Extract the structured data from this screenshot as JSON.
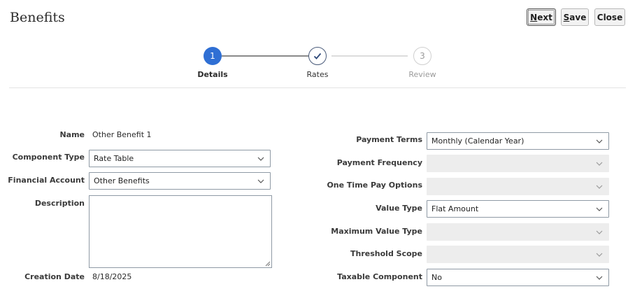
{
  "header": {
    "title": "Benefits",
    "next_label_u": "N",
    "next_label_rest": "ext",
    "save_label_u": "S",
    "save_label_rest": "ave",
    "close_label": "Close"
  },
  "train": {
    "steps": [
      {
        "number": "1",
        "label": "Details",
        "state": "current"
      },
      {
        "number": "",
        "label": "Rates",
        "state": "visited"
      },
      {
        "number": "3",
        "label": "Review",
        "state": "disabled"
      }
    ],
    "accent_color": "#2f6fd4"
  },
  "left_form": {
    "name_label": "Name",
    "name_value": "Other Benefit 1",
    "component_type_label": "Component Type",
    "component_type_value": "Rate Table",
    "financial_account_label": "Financial Account",
    "financial_account_value": "Other Benefits",
    "description_label": "Description",
    "description_value": "",
    "creation_date_label": "Creation Date",
    "creation_date_value": "8/18/2025"
  },
  "right_form": {
    "payment_terms_label": "Payment Terms",
    "payment_terms_value": "Monthly (Calendar Year)",
    "payment_frequency_label": "Payment Frequency",
    "payment_frequency_value": "",
    "one_time_pay_label": "One Time Pay Options",
    "one_time_pay_value": "",
    "value_type_label": "Value Type",
    "value_type_value": "Flat Amount",
    "max_value_type_label": "Maximum Value Type",
    "max_value_type_value": "",
    "threshold_scope_label": "Threshold Scope",
    "threshold_scope_value": "",
    "taxable_component_label": "Taxable Component",
    "taxable_component_value": "No"
  }
}
